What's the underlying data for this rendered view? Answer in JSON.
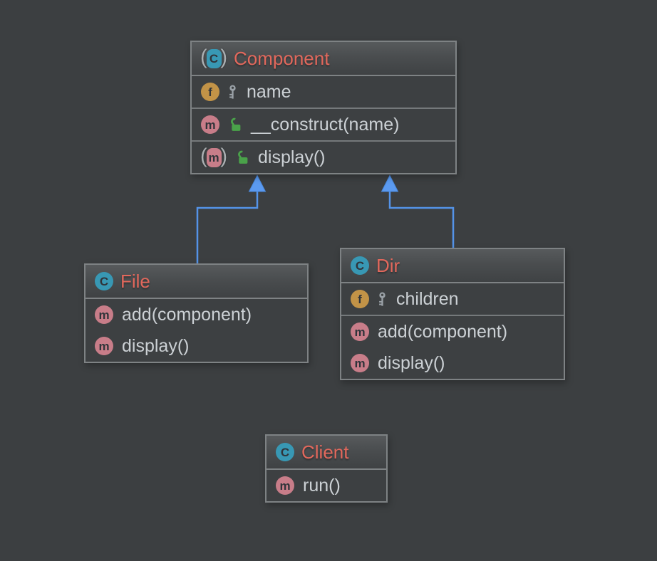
{
  "colors": {
    "canvas_bg": "#3c3f41",
    "box_body_bg": "#3d4042",
    "box_border": "#7e8284",
    "section_divider": "#75797b",
    "class_name_text": "#e2685c",
    "member_text": "#ccd1d5",
    "class_icon": "#3898b4",
    "field_icon": "#c29347",
    "method_icon": "#c87d89",
    "public_lock_icon": "#4aa24a",
    "protected_key_icon": "#9aa1a7",
    "inheritance_edge": "#5493e8"
  },
  "icons": {
    "class_letter": "C",
    "field_letter": "f",
    "method_letter": "m",
    "paren_open": "(",
    "paren_close": ")"
  },
  "classes": {
    "component": {
      "name": "Component",
      "stereotype": "abstract class",
      "fields": {
        "name": {
          "label": "name",
          "visibility": "protected"
        }
      },
      "constructors": {
        "construct": {
          "label": "__construct(name)",
          "visibility": "public"
        }
      },
      "methods": {
        "display": {
          "label": "display()",
          "visibility": "public",
          "abstract": true
        }
      }
    },
    "file": {
      "name": "File",
      "methods": {
        "add": {
          "label": "add(component)"
        },
        "display": {
          "label": "display()"
        }
      }
    },
    "dir": {
      "name": "Dir",
      "fields": {
        "children": {
          "label": "children",
          "visibility": "protected"
        }
      },
      "methods": {
        "add": {
          "label": "add(component)"
        },
        "display": {
          "label": "display()"
        }
      }
    },
    "client": {
      "name": "Client",
      "methods": {
        "run": {
          "label": "run()"
        }
      }
    }
  },
  "edges": [
    {
      "from": "File",
      "to": "Component",
      "type": "inheritance"
    },
    {
      "from": "Dir",
      "to": "Component",
      "type": "inheritance"
    }
  ]
}
